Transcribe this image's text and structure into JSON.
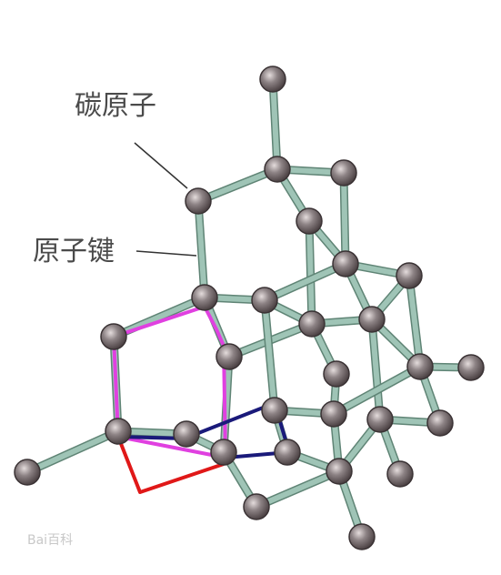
{
  "labels": {
    "carbon_atom": "碳原子",
    "atomic_bond": "原子键"
  },
  "watermark": "Bai百科",
  "colors": {
    "bond": "#9fc4b6",
    "bond_edge": "#5f8475",
    "atom": "#8d8385",
    "atom_edge": "#3a3234",
    "ring_magenta": "#e040e0",
    "ring_navy": "#1a1a7a",
    "ring_red": "#e01818",
    "leader_line": "#333333"
  }
}
